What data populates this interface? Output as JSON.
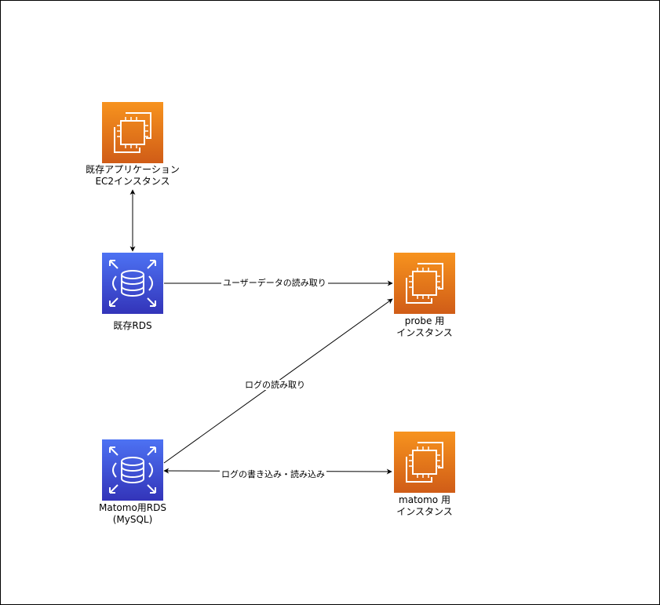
{
  "nodes": {
    "ec2_existing": {
      "label": "既存アプリケーション\nEC2インスタンス",
      "icon": "ec2-icon",
      "color_top": "#f7931e",
      "color_bottom": "#d05c17"
    },
    "rds_existing": {
      "label": "既存RDS",
      "icon": "rds-icon",
      "color_top": "#4d72f3",
      "color_bottom": "#3334b9"
    },
    "ec2_probe": {
      "label": "probe 用\nインスタンス",
      "icon": "ec2-icon",
      "color_top": "#f7931e",
      "color_bottom": "#d05c17"
    },
    "rds_matomo": {
      "label": "Matomo用RDS\n(MySQL)",
      "icon": "rds-icon",
      "color_top": "#4d72f3",
      "color_bottom": "#3334b9"
    },
    "ec2_matomo": {
      "label": "matomo 用\nインスタンス",
      "icon": "ec2-icon",
      "color_top": "#f7931e",
      "color_bottom": "#d05c17"
    }
  },
  "edges": {
    "rds_to_probe": {
      "label": "ユーザーデータの読み取り"
    },
    "matomo_rds_to_probe": {
      "label": "ログの読み取り"
    },
    "matomo_rds_matomo": {
      "label": "ログの書き込み・読み込み"
    }
  }
}
